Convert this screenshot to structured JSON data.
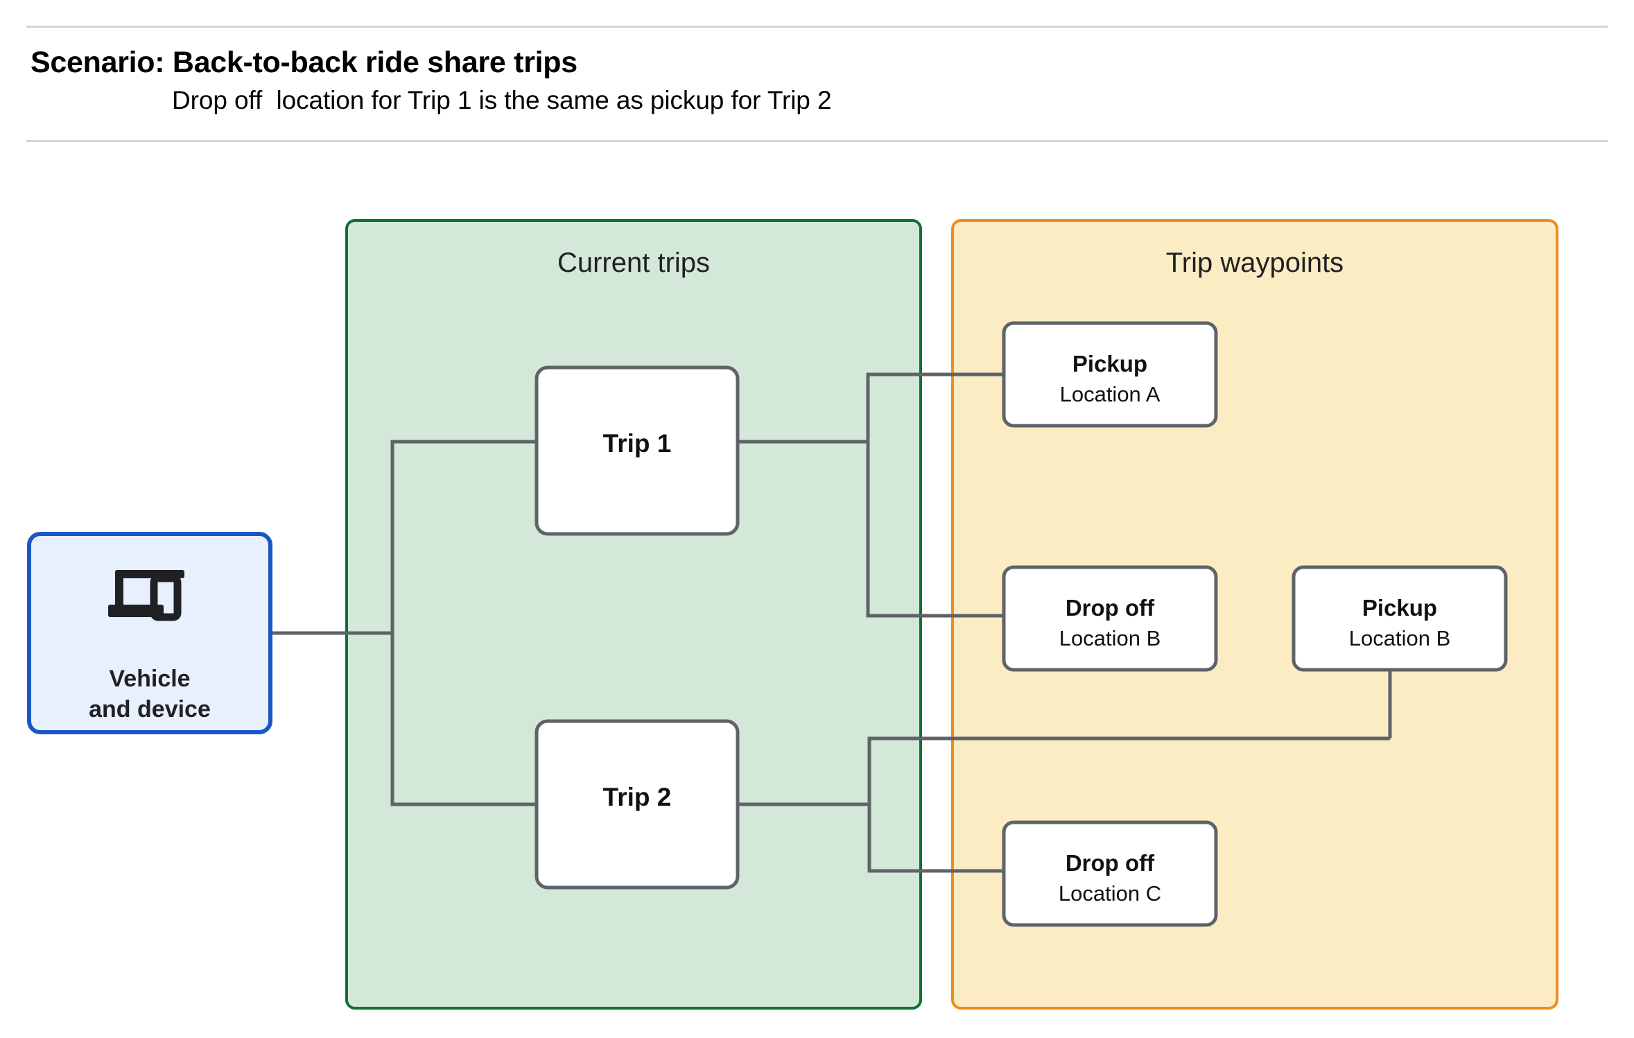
{
  "header": {
    "title": "Scenario: Back-to-back ride share trips",
    "subtitle": "Drop off  location for Trip 1 is the same as pickup for Trip 2"
  },
  "groups": {
    "current_trips": {
      "label": "Current trips",
      "fill_color": "#d4e8d9",
      "border_color": "#0d7036"
    },
    "trip_waypoints": {
      "label": "Trip waypoints",
      "fill_color": "#fcecc4",
      "border_color": "#f08c1b"
    }
  },
  "vehicle_node": {
    "line1": "Vehicle",
    "line2": "and device",
    "icon": "devices-icon",
    "fill_color": "#e8effd",
    "border_color": "#1a56c4"
  },
  "trips": [
    {
      "label": "Trip 1"
    },
    {
      "label": "Trip 2"
    }
  ],
  "waypoints": [
    {
      "type": "Pickup",
      "location": "Location A"
    },
    {
      "type": "Drop off",
      "location": "Location B"
    },
    {
      "type": "Pickup",
      "location": "Location B"
    },
    {
      "type": "Drop off",
      "location": "Location C"
    }
  ],
  "edge_color": "#5f6368",
  "node_border_color": "#5f6368"
}
